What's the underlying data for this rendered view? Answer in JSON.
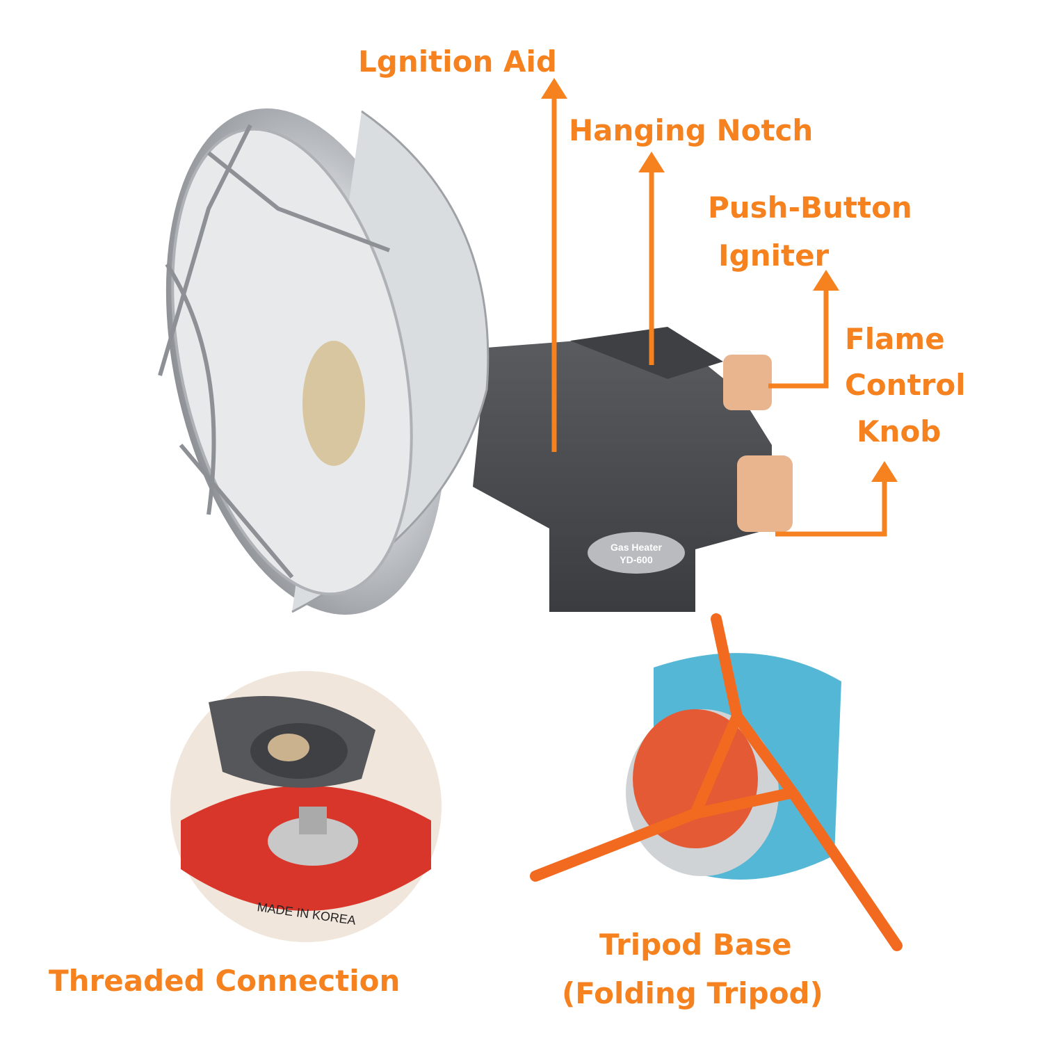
{
  "labels": {
    "ignition_aid": "Lgnition Aid",
    "hanging_notch": "Hanging Notch",
    "push_button_line1": "Push-Button",
    "push_button_line2": "Igniter",
    "flame_line1": "Flame",
    "flame_line2": "Control",
    "flame_line3": "Knob",
    "threaded_connection": "Threaded Connection",
    "tripod_line1": "Tripod Base",
    "tripod_line2": "(Folding Tripod)"
  },
  "product": {
    "badge_line1": "Gas Heater",
    "badge_line2": "YD-600",
    "canister_text": "MADE IN KOREA"
  },
  "colors": {
    "accent": "#F5821F",
    "body": "#4a4c50",
    "knob": "#E8B58E",
    "tripod": "#F26A1F"
  }
}
